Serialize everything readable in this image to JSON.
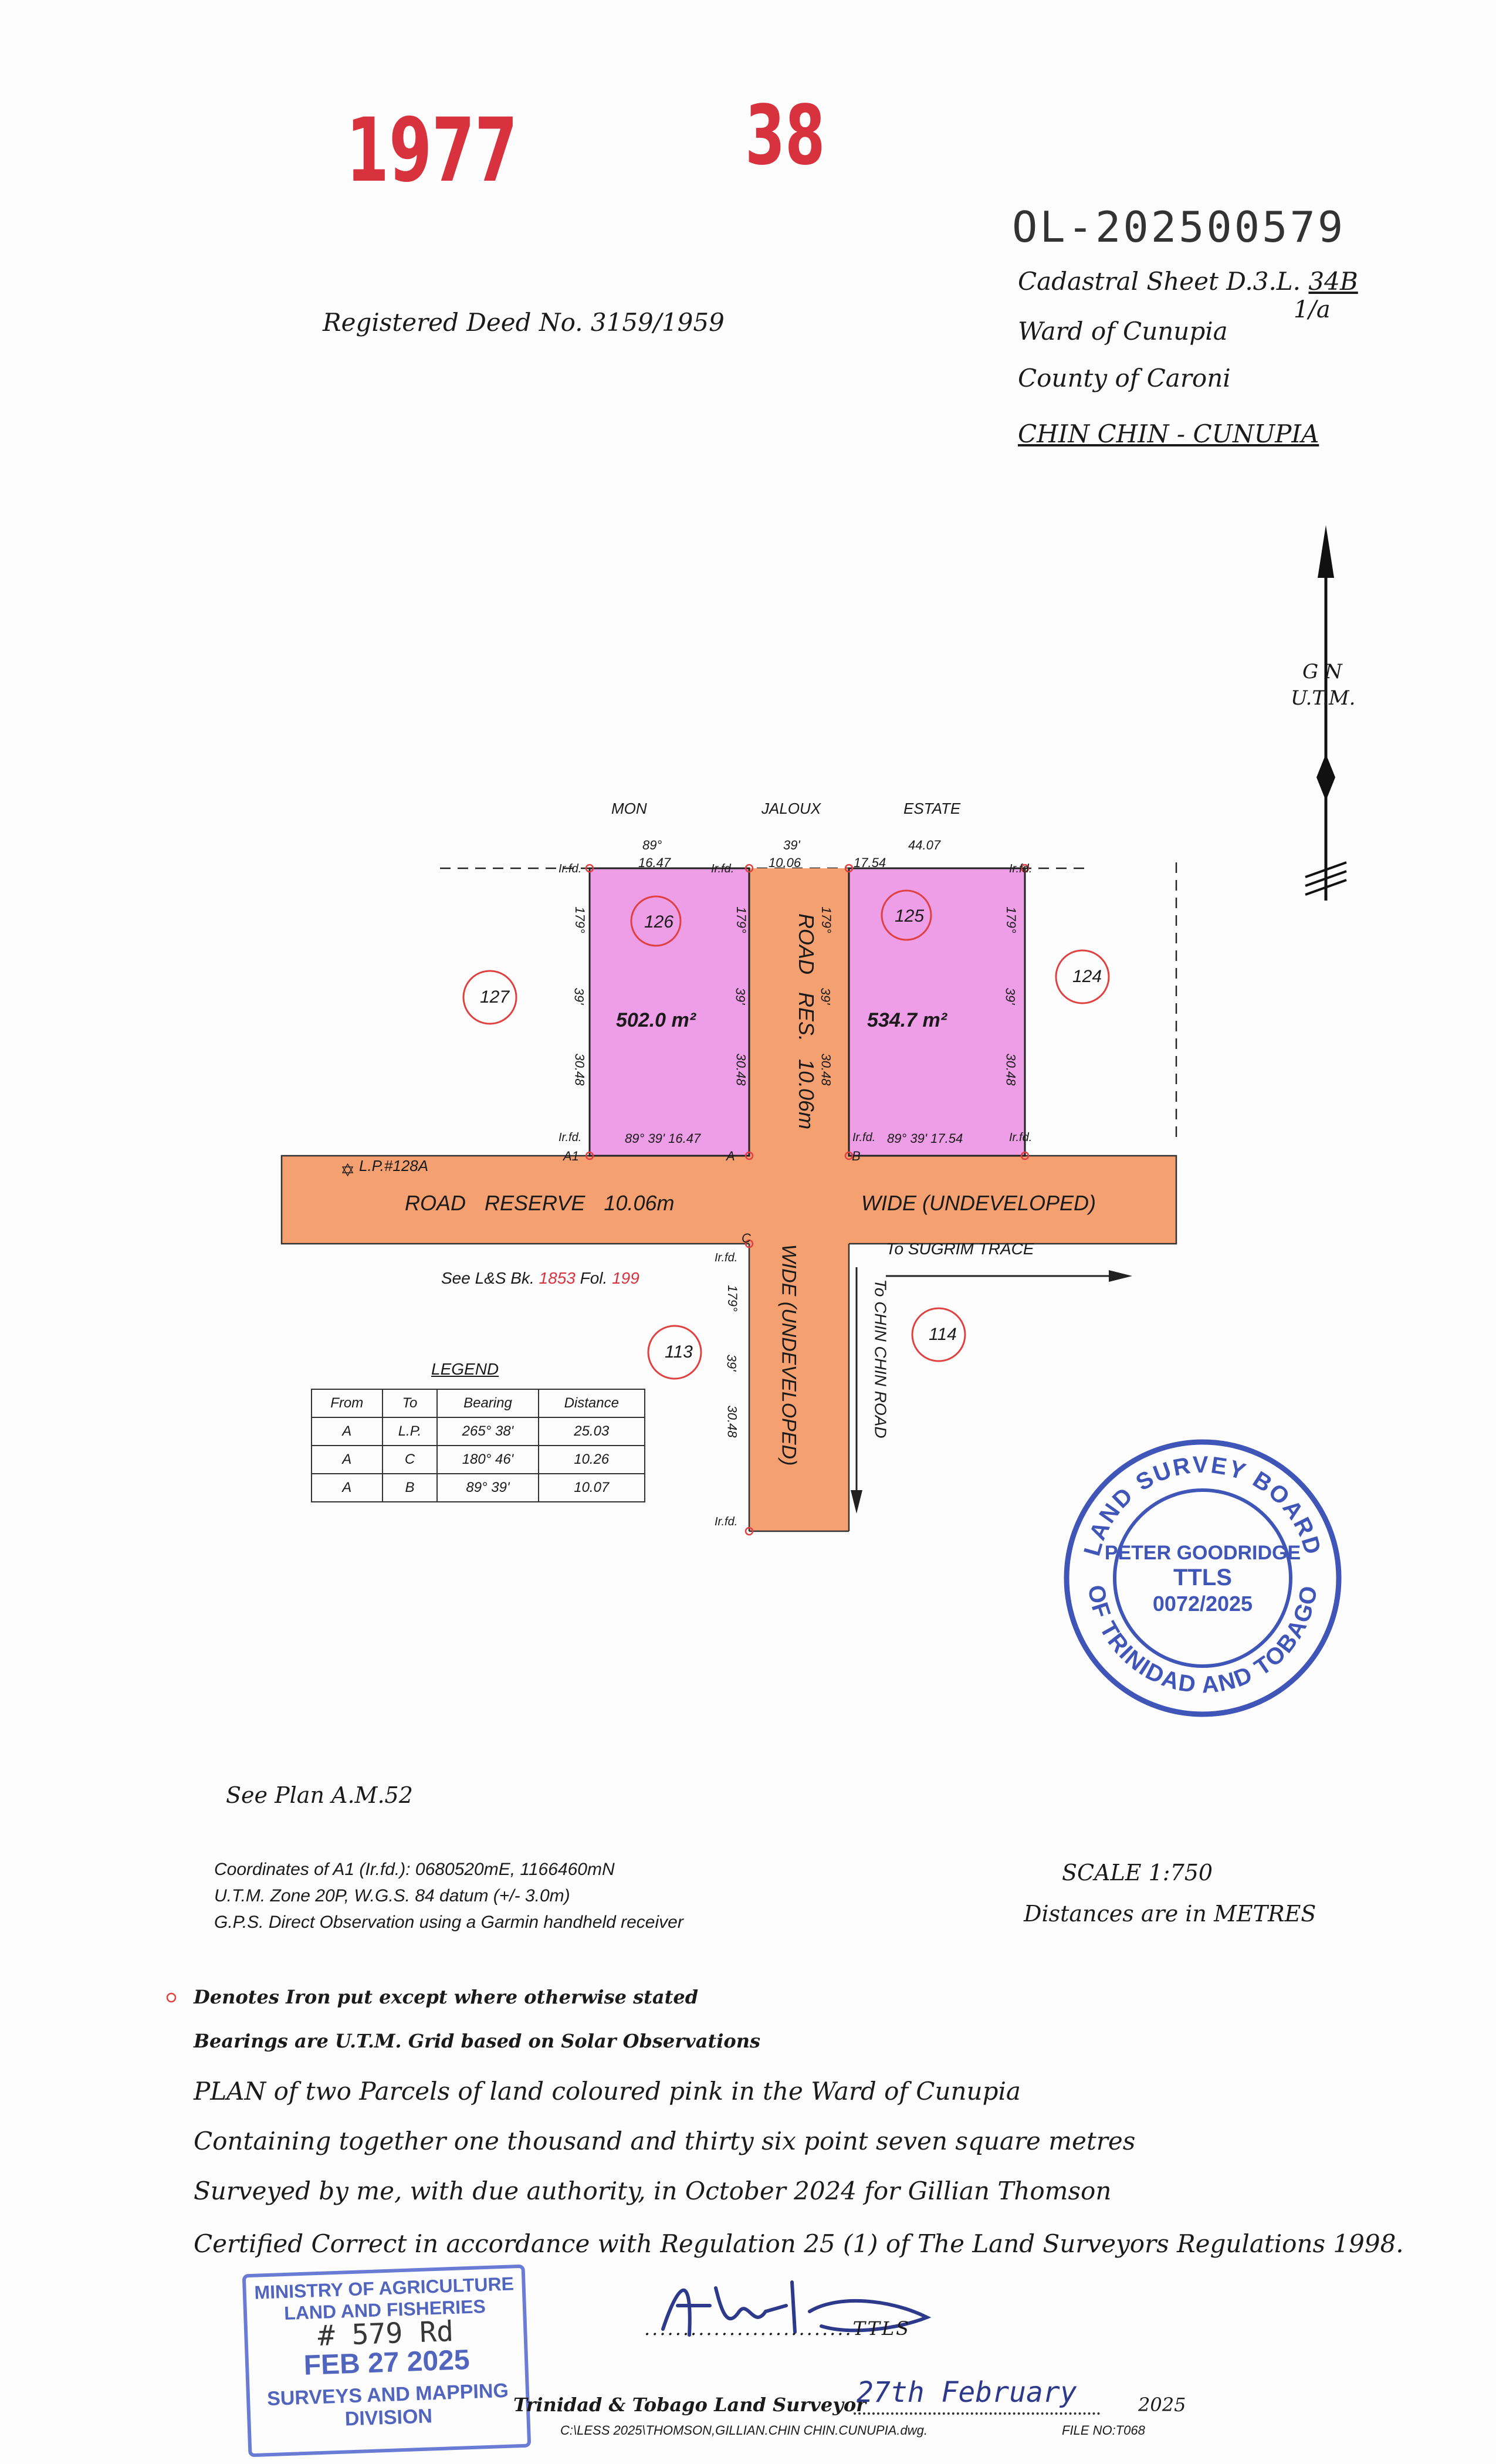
{
  "header": {
    "stamp_year": "1977",
    "stamp_number": "38",
    "file_ref": "OL-202500579",
    "registered_deed": "Registered Deed No. 3159/1959",
    "cadastral_sheet_prefix": "Cadastral Sheet D.3.L.",
    "cadastral_sheet_num": "34B",
    "cadastral_sheet_sub": "1/a",
    "ward": "Ward of Cunupia",
    "county": "County of Caroni",
    "locality": "CHIN CHIN - CUNUPIA"
  },
  "north": {
    "line1": "G N",
    "line2": "U.T.M."
  },
  "plan": {
    "estate": [
      "MON",
      "JALOUX",
      "ESTATE"
    ],
    "lots": [
      {
        "id": "126",
        "area": "502.0 m²"
      },
      {
        "id": "125",
        "area": "534.7 m²"
      }
    ],
    "neighbours": [
      "127",
      "124",
      "113",
      "114"
    ],
    "top_dims": {
      "left_bearing": "89°",
      "left_dist": "16.47",
      "mid_bearing": "39'",
      "mid_dist": "10.06",
      "right_dist_top": "44.07",
      "right_dist": "17.54"
    },
    "bottom_dims": {
      "left": "89° 39' 16.47",
      "right": "89° 39' 17.54"
    },
    "side_dims": [
      "179°",
      "39'",
      "30.48"
    ],
    "iron_found": "Ir.fd.",
    "points": {
      "a1": "A1",
      "a": "A",
      "b": "B",
      "c": "C"
    },
    "lp": "L.P.#128A",
    "road_horizontal": "ROAD RESERVE 10.06m",
    "road_horizontal_wide": "WIDE (UNDEVELOPED)",
    "road_vertical": "ROAD RES. 10.06m",
    "road_vertical_wide": "WIDE (UNDEVELOPED)",
    "to_sugrim": "To SUGRIM TRACE",
    "to_chin": "To CHIN CHIN ROAD",
    "see_ls_prefix": "See L&S Bk.",
    "see_ls_book": "1853",
    "see_ls_fol_prefix": "Fol.",
    "see_ls_fol": "199"
  },
  "legend": {
    "title": "LEGEND",
    "headers": [
      "From",
      "To",
      "Bearing",
      "Distance"
    ],
    "rows": [
      [
        "A",
        "L.P.",
        "265° 38'",
        "25.03"
      ],
      [
        "A",
        "C",
        "180° 46'",
        "10.26"
      ],
      [
        "A",
        "B",
        "89° 39'",
        "10.07"
      ]
    ]
  },
  "seal": {
    "ring_top": "LAND SURVEY BOARD",
    "ring_bottom": "OF TRINIDAD AND TOBAGO",
    "name": "PETER GOODRIDGE",
    "title": "TTLS",
    "number": "0072/2025"
  },
  "notes": {
    "see_plan": "See Plan A.M.52",
    "coords": "Coordinates of A1 (Ir.fd.): 0680520mE, 1166460mN",
    "utm": "U.T.M. Zone 20P, W.G.S. 84 datum (+/- 3.0m)",
    "gps": "G.P.S. Direct Observation using a Garmin handheld receiver",
    "scale": "SCALE 1:750",
    "distances": "Distances are in METRES",
    "iron": "Denotes Iron put except where otherwise stated",
    "bearings": "Bearings are U.T.M. Grid based on Solar Observations",
    "plan_of": "PLAN of two Parcels of land coloured pink in the Ward of Cunupia",
    "containing": "Containing together one thousand and thirty six point seven square metres",
    "surveyed": "Surveyed by me, with due authority, in October 2024 for Gillian Thomson",
    "certified": "Certified Correct in accordance with Regulation 25 (1) of The Land Surveyors Regulations 1998."
  },
  "footer": {
    "ttls": "...........................TTLS",
    "surveyor": "Trinidad & Tobago Land Surveyor",
    "date_hand": "27th February",
    "year": "2025",
    "path": "C:\\LESS 2025\\THOMSON,GILLIAN.CHIN CHIN.CUNUPIA.dwg.",
    "file_no": "FILE NO:T068"
  },
  "ministry_stamp": {
    "line1": "MINISTRY OF AGRICULTURE",
    "line2": "LAND AND FISHERIES",
    "handwritten": "# 579 Rd",
    "date": "FEB 27 2025",
    "line3": "SURVEYS AND MAPPING",
    "line4": "DIVISION"
  }
}
